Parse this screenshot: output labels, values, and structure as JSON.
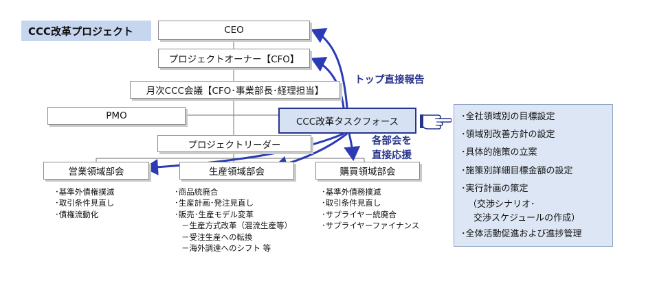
{
  "project_title": "CCC改革プロジェクト",
  "boxes": {
    "ceo": "CEO",
    "owner": "プロジェクトオーナー【CFO】",
    "council": "月次CCC会議【CFO･事業部長･経理担当】",
    "pmo": "PMO",
    "taskforce": "CCC改革タスクフォース",
    "leader": "プロジェクトリーダー"
  },
  "callouts": {
    "report": "トップ直接報告",
    "support_line1": "各部会を",
    "support_line2": "直接応援"
  },
  "departments": [
    {
      "name": "営業領域部会",
      "items": [
        "･基準外債権撲滅",
        "･取引条件見直し",
        "･債権流動化"
      ]
    },
    {
      "name": "生産領域部会",
      "items": [
        "･商品統廃合",
        "･生産計画･発注見直し",
        "･販売･生産モデル変革",
        "－生産方式改革（混流生産等）",
        "－受注生産への転換",
        "－海外調達へのシフト 等"
      ]
    },
    {
      "name": "購買領域部会",
      "items": [
        "･基準外債務撲滅",
        "･取引条件見直し",
        "･サプライヤー統廃合",
        "･サプライヤーファイナンス"
      ]
    }
  ],
  "taskforce_duties": [
    "･全社領域別の目標設定",
    "･領域別改善方針の設定",
    "･具体的施策の立案",
    "･施策別詳細目標金額の設定",
    "･実行計画の策定",
    "（交渉シナリオ･",
    "交渉スケジュールの作成）",
    "･全体活動促進および進捗管理"
  ],
  "colors": {
    "accent": "#27348b",
    "title_bg": "#c6d6ee",
    "taskforce_bg": "#d6e2f3",
    "panel_bg": "#dde6f4"
  },
  "icons": [
    "pointing-hand-icon"
  ]
}
